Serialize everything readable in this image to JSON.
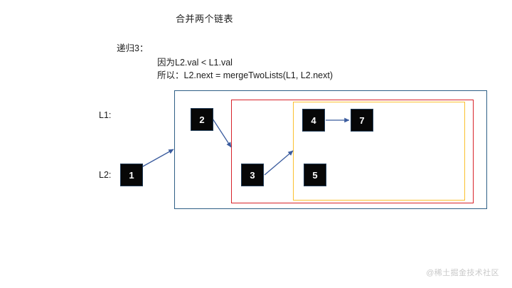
{
  "page": {
    "title": "合并两个链表",
    "background_color": "#ffffff"
  },
  "annotation": {
    "step_label": "递归3：",
    "lines": [
      "因为L2.val < L1.val",
      "所以：L2.next = mergeTwoLists(L1, L2.next)"
    ]
  },
  "lists": {
    "l1_label": "L1:",
    "l2_label": "L2:"
  },
  "nodes": [
    {
      "value": "1",
      "list": "L2"
    },
    {
      "value": "2",
      "list": "L1"
    },
    {
      "value": "3",
      "list": "L2"
    },
    {
      "value": "4",
      "list": "L1"
    },
    {
      "value": "5",
      "list": "L2"
    },
    {
      "value": "7",
      "list": "L1"
    }
  ],
  "frames": [
    {
      "name": "outer-scope",
      "color": "#2e5f86"
    },
    {
      "name": "recursion-scope",
      "color": "#d8232a"
    },
    {
      "name": "inner-recursion-scope",
      "color": "#fac02e"
    }
  ],
  "arrow_color": "#3b5c9e",
  "node_style": {
    "fill": "#070707",
    "text_color": "#ffffff"
  },
  "watermark": "@稀土掘金技术社区"
}
